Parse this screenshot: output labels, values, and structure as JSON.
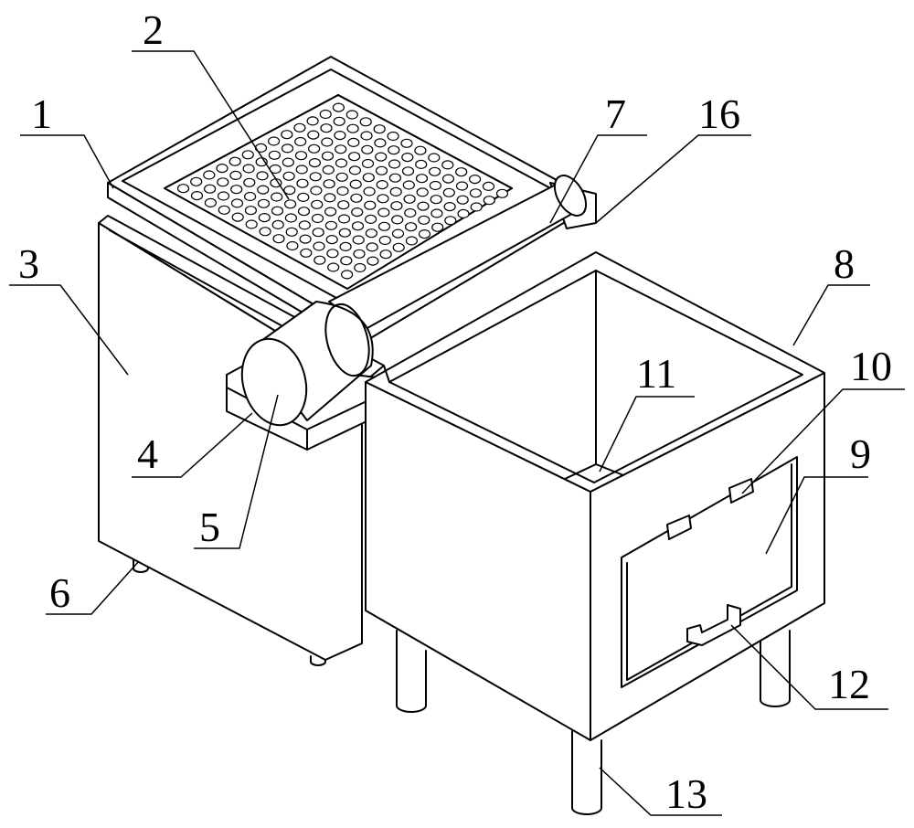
{
  "labels": [
    {
      "id": "1",
      "text": "1"
    },
    {
      "id": "2",
      "text": "2"
    },
    {
      "id": "3",
      "text": "3"
    },
    {
      "id": "4",
      "text": "4"
    },
    {
      "id": "5",
      "text": "5"
    },
    {
      "id": "6",
      "text": "6"
    },
    {
      "id": "7",
      "text": "7"
    },
    {
      "id": "8",
      "text": "8"
    },
    {
      "id": "9",
      "text": "9"
    },
    {
      "id": "10",
      "text": "10"
    },
    {
      "id": "11",
      "text": "11"
    },
    {
      "id": "12",
      "text": "12"
    },
    {
      "id": "13",
      "text": "13"
    },
    {
      "id": "16",
      "text": "16"
    }
  ]
}
